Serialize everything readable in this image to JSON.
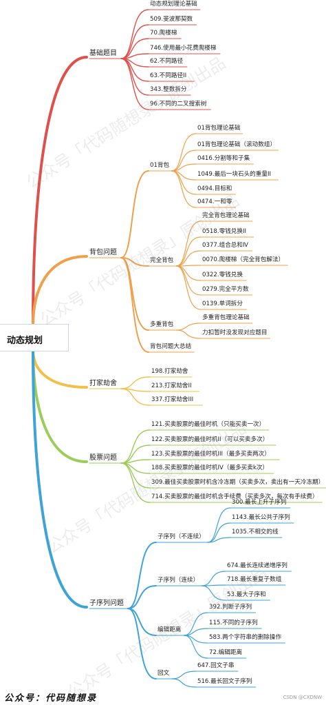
{
  "root": "动态规划",
  "watermark": "公众号「代码随想录」原创出品",
  "footer": "公众号：代码随想录",
  "credit": "CSDN @CXDNW",
  "colors": {
    "basics": "#e0504a",
    "knapsack": "#f0a04a",
    "robber": "#f2c048",
    "stock": "#9ccc5a",
    "subseq": "#3ea3d6"
  },
  "branches": [
    {
      "key": "basics",
      "label": "基础题目",
      "leaves": [
        "动态规划理论基础",
        "509.斐波那契数",
        "70.爬楼梯",
        "746.使用最小花费爬楼梯",
        "62.不同路径",
        "63.不同路径II",
        "343.整数拆分",
        "96.不同的二叉搜索树"
      ]
    },
    {
      "key": "knapsack",
      "label": "背包问题",
      "subs": [
        {
          "label": "01背包",
          "leaves": [
            "01背包理论基础",
            "01背包理论基础（滚动数组）",
            "0416.分割等和子集",
            "1049.最后一块石头的重量II",
            "0494.目标和",
            "0474.一和零"
          ]
        },
        {
          "label": "完全背包",
          "leaves": [
            "完全背包理论基础",
            "0518.零钱兑换II",
            "0377.组合总和Ⅳ",
            "0070.爬楼梯（完全背包解法）",
            "0322.零钱兑换",
            "0279.完全平方数",
            "0139.单词拆分"
          ]
        },
        {
          "label": "多重背包",
          "leaves": [
            "多重背包理论基础",
            "力扣暂时没发现对应题目"
          ]
        },
        {
          "label": "背包问题大总结",
          "leaves": []
        }
      ]
    },
    {
      "key": "robber",
      "label": "打家劫舍",
      "leaves": [
        "198.打家劫舍",
        "213.打家劫舍II",
        "337.打家劫舍III"
      ]
    },
    {
      "key": "stock",
      "label": "股票问题",
      "leaves": [
        "121.买卖股票的最佳时机（只能买卖一次）",
        "122.买卖股票的最佳时机II（可以买卖多次）",
        "123.买卖股票的最佳时机III（最多买卖两次）",
        "188.买卖股票的最佳时机IV（最多买卖k次）",
        "309.最佳买卖股票时机含冷冻期（买卖多次，卖出有一天冷冻期）",
        "714.买卖股票的最佳时机含手续费（买卖多次，每次有手续费）"
      ]
    },
    {
      "key": "subseq",
      "label": "子序列问题",
      "subs": [
        {
          "label": "子序列（不连续）",
          "leaves": [
            "300.最长上升子序列",
            "1143.最长公共子序列",
            "1035.不相交的线"
          ]
        },
        {
          "label": "子序列（连续）",
          "leaves": [
            "674.最长连续递增序列",
            "718.最长重复子数组",
            "53.最大子序和"
          ]
        },
        {
          "label": "编辑距离",
          "leaves": [
            "392.判断子序列",
            "115.不同的子序列",
            "583.两个字符串的删除操作",
            "72.编辑距离"
          ]
        },
        {
          "label": "回文",
          "leaves": [
            "647.回文子串",
            "516.最长回文子序列"
          ]
        }
      ]
    }
  ]
}
